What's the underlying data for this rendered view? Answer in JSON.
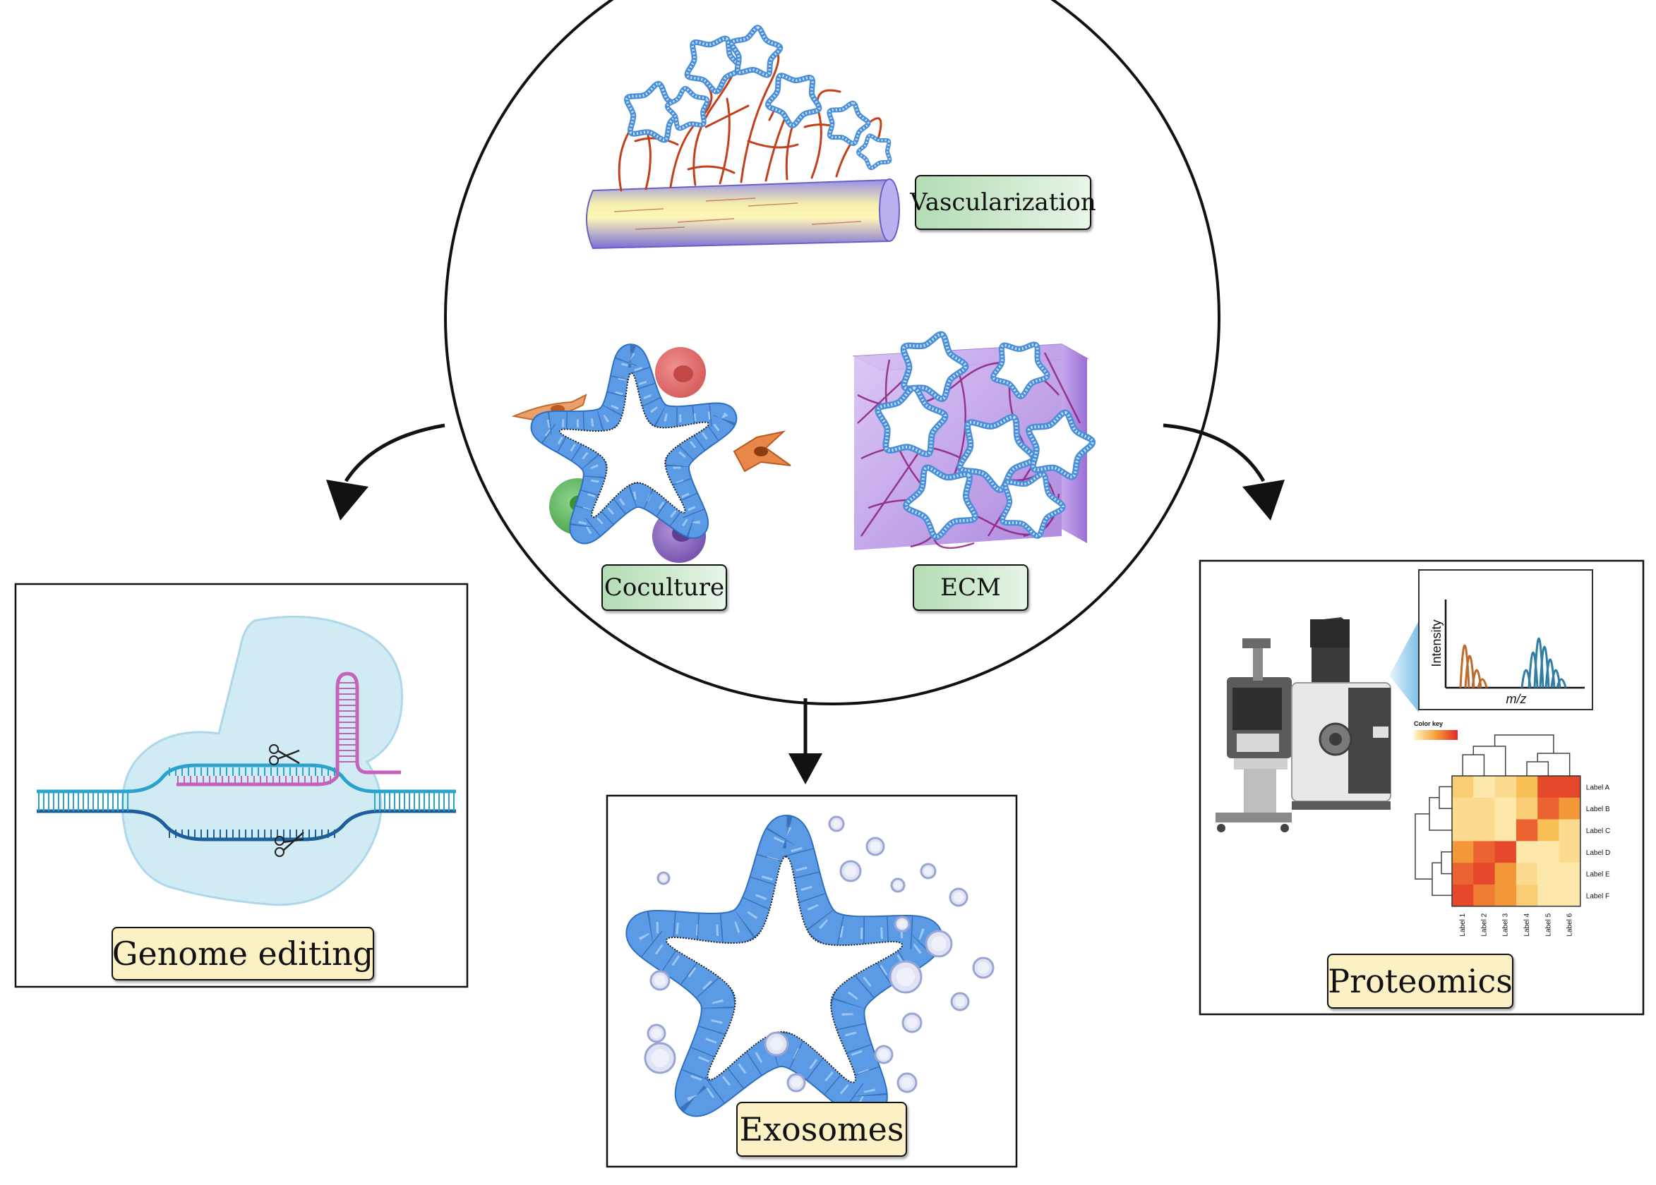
{
  "center": {
    "labels": {
      "vascularization": "Vascularization",
      "coculture": "Coculture",
      "ecm": "ECM"
    }
  },
  "panels": {
    "genome_editing": {
      "label": "Genome editing"
    },
    "exosomes": {
      "label": "Exosomes"
    },
    "proteomics": {
      "label": "Proteomics",
      "ms_plot": {
        "ylabel": "Intensity",
        "xlabel": "m/z"
      },
      "heatmap": {
        "color_key": "Color key",
        "row_labels": [
          "Label A",
          "Label B",
          "Label C",
          "Label D",
          "Label E",
          "Label F"
        ],
        "col_labels": [
          "Label 1",
          "Label 2",
          "Label 3",
          "Label 4",
          "Label 5",
          "Label 6"
        ],
        "values": [
          [
            0.3,
            0.1,
            0.2,
            0.4,
            0.9,
            0.9
          ],
          [
            0.2,
            0.2,
            0.1,
            0.3,
            0.8,
            0.6
          ],
          [
            0.2,
            0.2,
            0.1,
            0.8,
            0.4,
            0.2
          ],
          [
            0.6,
            0.8,
            0.9,
            0.1,
            0.1,
            0.2
          ],
          [
            0.8,
            0.9,
            0.6,
            0.2,
            0.1,
            0.1
          ],
          [
            0.9,
            0.7,
            0.6,
            0.3,
            0.1,
            0.1
          ]
        ]
      }
    }
  },
  "colors": {
    "epithelium": "#5b9be6",
    "dna_blue": "#2aa3cc",
    "rna_pink": "#c461b8",
    "vessel_red": "#c2401c",
    "ecm_purple": "#b68fe0",
    "ms_orange": "#c06a2b",
    "ms_teal": "#2e7ea6"
  }
}
